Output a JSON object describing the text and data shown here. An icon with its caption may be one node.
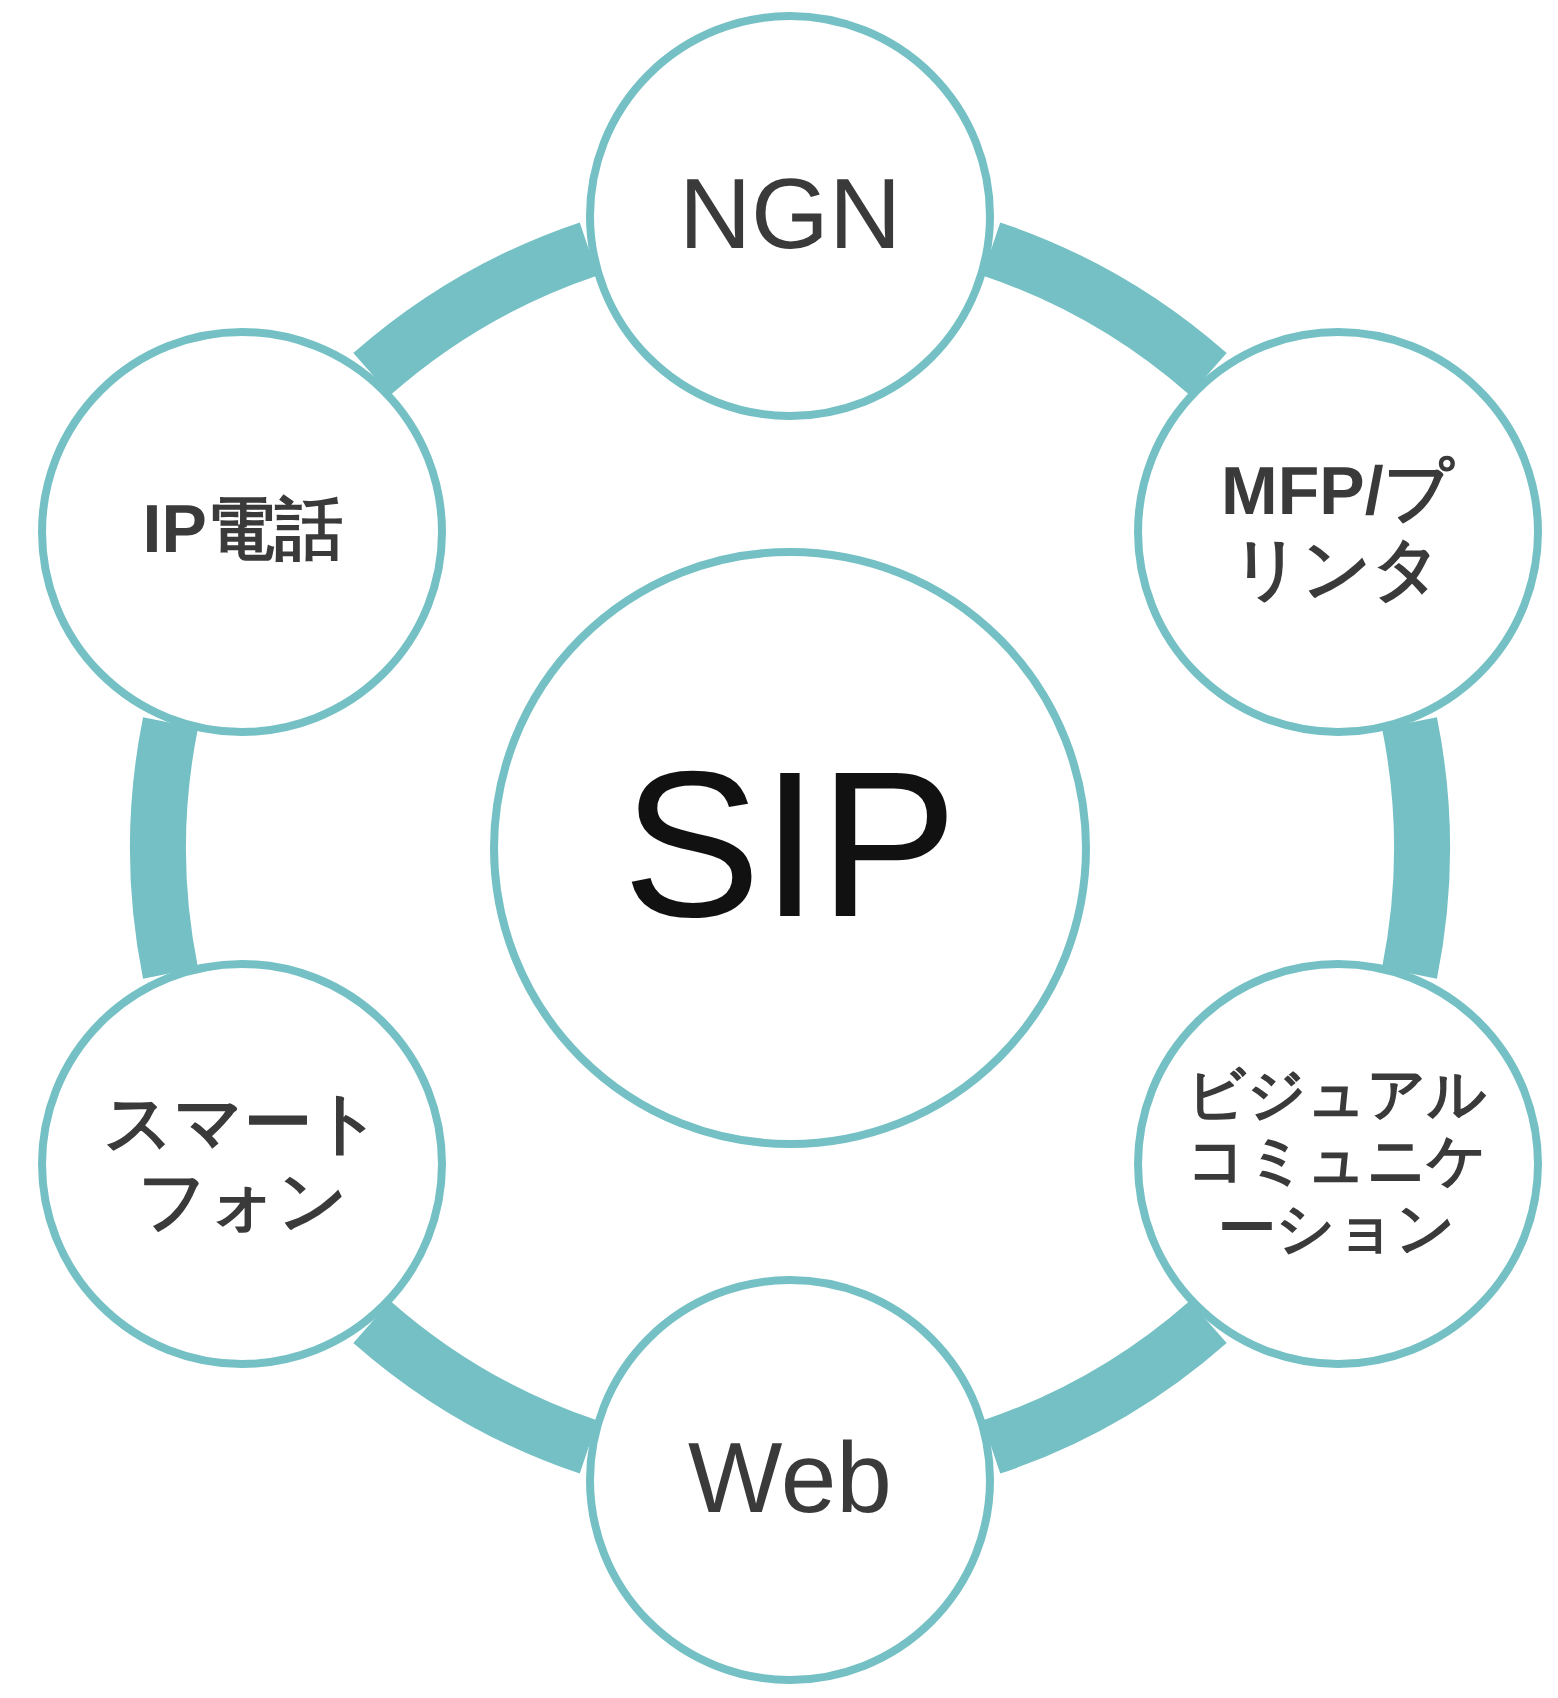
{
  "diagram": {
    "nodes": [
      {
        "text": [
          "NGN"
        ]
      },
      {
        "text": [
          "IP電話"
        ]
      },
      {
        "text": [
          "MFP/プリンタ"
        ]
      },
      {
        "text": [
          "SIP"
        ]
      },
      {
        "text": [
          "スマートフォン"
        ]
      },
      {
        "text": [
          "ビジュアルコミュニケーション"
        ]
      },
      {
        "text": [
          "Web"
        ]
      }
    ],
    "edges": [
      {
        "from": 0,
        "to": 2,
        "arrow": "none"
      },
      {
        "from": 2,
        "to": 5,
        "arrow": "none"
      },
      {
        "from": 5,
        "to": 6,
        "arrow": "none"
      },
      {
        "from": 6,
        "to": 4,
        "arrow": "none"
      },
      {
        "from": 4,
        "to": 1,
        "arrow": "none"
      },
      {
        "from": 1,
        "to": 0,
        "arrow": "none"
      }
    ]
  }
}
